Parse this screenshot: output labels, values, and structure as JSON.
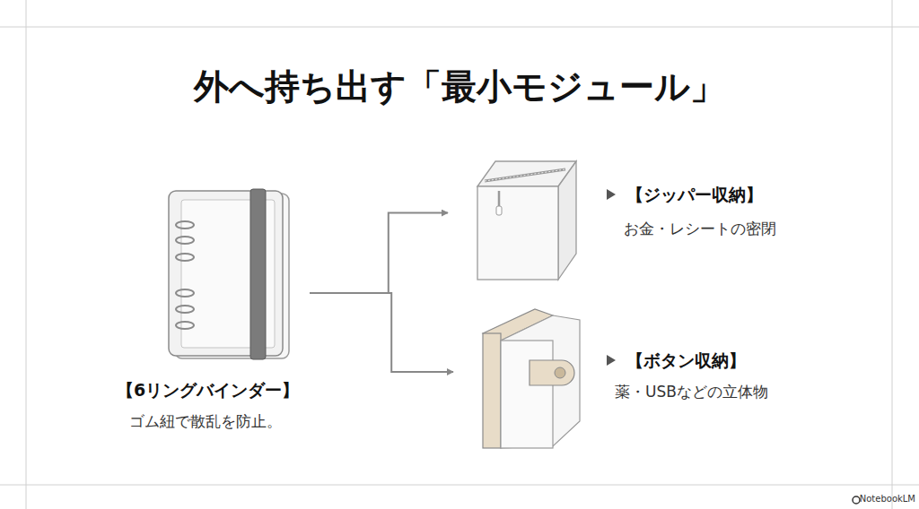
{
  "diagram": {
    "title": "外へ持ち出す「最小モジュール」",
    "nodes": [
      {
        "text": [
          "【6リングバインダー】",
          "ゴム紐で散乱を防止。"
        ]
      },
      {
        "text": [
          "【ジッパー収納】",
          "お金・レシートの密閉"
        ]
      },
      {
        "text": [
          "【ボタン収納】",
          "薬・USBなどの立体物"
        ]
      }
    ],
    "edges": [
      {
        "from": 0,
        "to": 1,
        "arrow": "to"
      },
      {
        "from": 0,
        "to": 2,
        "arrow": "to"
      }
    ],
    "labels": [
      "NotebookLM"
    ]
  }
}
